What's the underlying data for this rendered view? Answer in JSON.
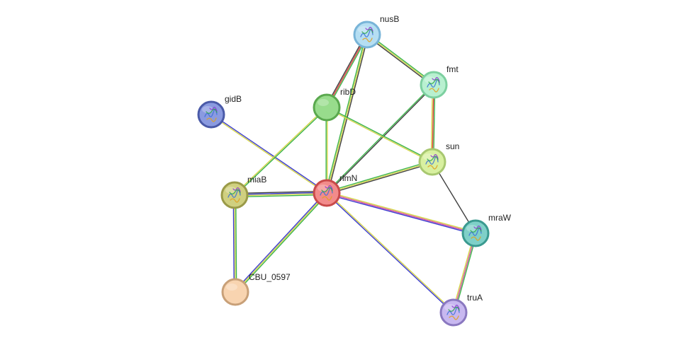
{
  "network": {
    "nodes": [
      {
        "id": "rlmN",
        "label": "rlmN",
        "color": "#f28b8b",
        "border": "#c94a4a",
        "has_structure": true,
        "center": true
      },
      {
        "id": "nusB",
        "label": "nusB",
        "color": "#b5def2",
        "border": "#78b4d8",
        "has_structure": true
      },
      {
        "id": "fmt",
        "label": "fmt",
        "color": "#b8f0d0",
        "border": "#7dd0a0",
        "has_structure": true
      },
      {
        "id": "ribD",
        "label": "ribD",
        "color": "#98dc8c",
        "border": "#5aa84e",
        "has_structure": false
      },
      {
        "id": "gidB",
        "label": "gidB",
        "color": "#8a9ae0",
        "border": "#4a5aa8",
        "has_structure": true
      },
      {
        "id": "sun",
        "label": "sun",
        "color": "#d8f0a0",
        "border": "#a8c870",
        "has_structure": true
      },
      {
        "id": "miaB",
        "label": "miaB",
        "color": "#d0d080",
        "border": "#9a9a48",
        "has_structure": true
      },
      {
        "id": "mraW",
        "label": "mraW",
        "color": "#7fd0c8",
        "border": "#3a9a90",
        "has_structure": true
      },
      {
        "id": "CBU_0597",
        "label": "CBU_0597",
        "color": "#f8d4b0",
        "border": "#c8a078",
        "has_structure": false
      },
      {
        "id": "truA",
        "label": "truA",
        "color": "#c8b8f0",
        "border": "#8a78c0",
        "has_structure": true
      }
    ],
    "edges": [
      {
        "from": "rlmN",
        "to": "nusB",
        "colors": [
          "#3cb44b",
          "#d4d448",
          "#404040"
        ]
      },
      {
        "from": "rlmN",
        "to": "fmt",
        "colors": [
          "#3cb44b",
          "#404040"
        ]
      },
      {
        "from": "rlmN",
        "to": "ribD",
        "colors": [
          "#3cb44b",
          "#d4d448"
        ]
      },
      {
        "from": "rlmN",
        "to": "gidB",
        "colors": [
          "#d4d448",
          "#3c3ccf"
        ]
      },
      {
        "from": "rlmN",
        "to": "sun",
        "colors": [
          "#3cb44b",
          "#d4d448",
          "#404040"
        ]
      },
      {
        "from": "rlmN",
        "to": "miaB",
        "colors": [
          "#3cb44b",
          "#d4d448",
          "#3c3ccf",
          "#404040"
        ]
      },
      {
        "from": "rlmN",
        "to": "mraW",
        "colors": [
          "#d4d448",
          "#d44c9c",
          "#3c3ccf"
        ]
      },
      {
        "from": "rlmN",
        "to": "CBU_0597",
        "colors": [
          "#3cb44b",
          "#d4d448",
          "#3c3ccf"
        ]
      },
      {
        "from": "rlmN",
        "to": "truA",
        "colors": [
          "#d4d448",
          "#3c3ccf"
        ]
      },
      {
        "from": "nusB",
        "to": "fmt",
        "colors": [
          "#3cb44b",
          "#d4d448",
          "#404040"
        ]
      },
      {
        "from": "nusB",
        "to": "ribD",
        "colors": [
          "#3cb44b",
          "#e03c3c",
          "#404040"
        ]
      },
      {
        "from": "ribD",
        "to": "miaB",
        "colors": [
          "#3cb44b",
          "#d4d448"
        ]
      },
      {
        "from": "ribD",
        "to": "sun",
        "colors": [
          "#3cb44b",
          "#d4d448"
        ]
      },
      {
        "from": "fmt",
        "to": "sun",
        "colors": [
          "#3cb44b",
          "#e03c3c",
          "#d4d448"
        ]
      },
      {
        "from": "sun",
        "to": "mraW",
        "colors": [
          "#404040"
        ]
      },
      {
        "from": "miaB",
        "to": "CBU_0597",
        "colors": [
          "#3cb44b",
          "#d4d448",
          "#3c3ccf"
        ]
      },
      {
        "from": "mraW",
        "to": "truA",
        "colors": [
          "#3cb44b",
          "#d44c9c",
          "#d4d448"
        ]
      }
    ]
  }
}
